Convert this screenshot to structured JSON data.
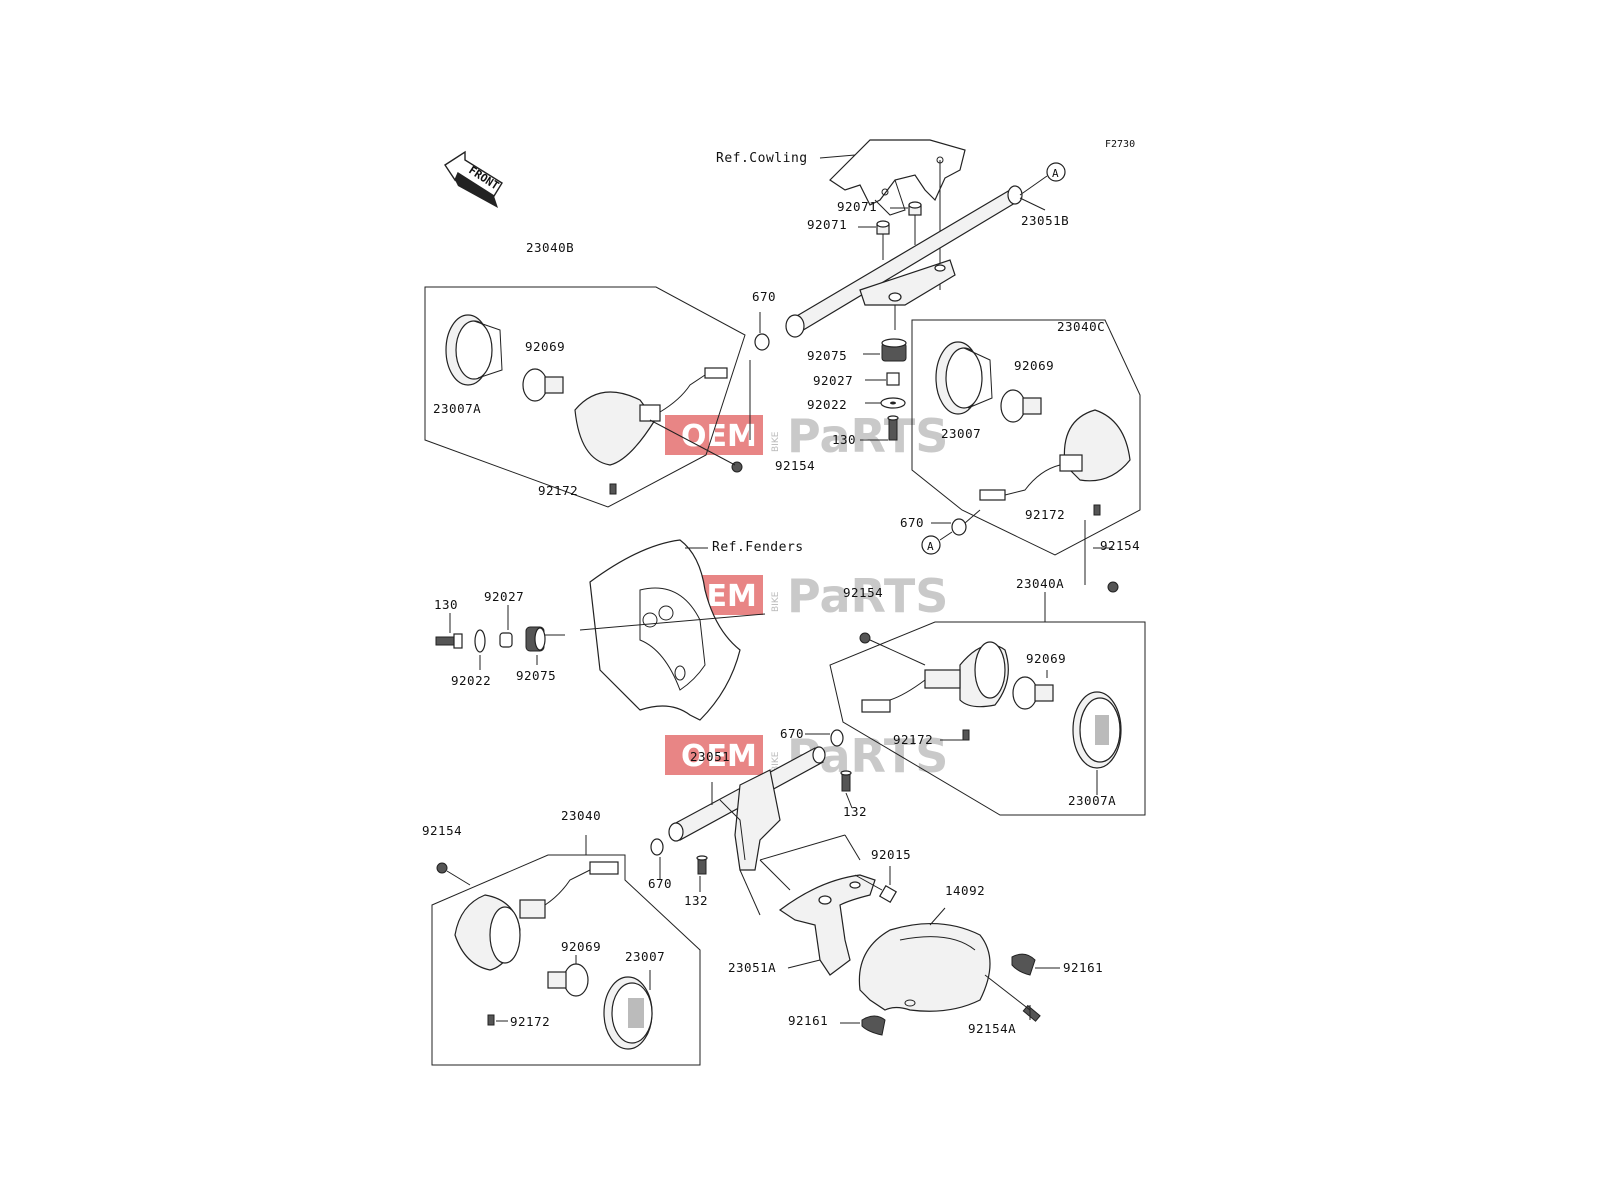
{
  "figure_code": "F2730",
  "front_label": "FRONT",
  "refs": {
    "cowling": "Ref.Cowling",
    "fenders": "Ref.Fenders"
  },
  "callout_marker": "A",
  "watermark": {
    "oem": "OEM",
    "bike": "BIKE",
    "parts": "PaRTS"
  },
  "labels": {
    "l23040B": "23040B",
    "l92069a": "92069",
    "l23007Aa": "23007A",
    "l92172a": "92172",
    "l92154a": "92154",
    "l670a": "670",
    "l92071a": "92071",
    "l92071b": "92071",
    "l23051B": "23051B",
    "l92075a": "92075",
    "l92027a": "92027",
    "l92022a": "92022",
    "l130a": "130",
    "l23040C": "23040C",
    "l92069b": "92069",
    "l23007a": "23007",
    "l670b": "670",
    "l92172b": "92172",
    "l92154b": "92154",
    "l130b": "130",
    "l92027b": "92027",
    "l92022b": "92022",
    "l92075b": "92075",
    "l92154c": "92154",
    "l23040A": "23040A",
    "l92069c": "92069",
    "l670c": "670",
    "l92172c": "92172",
    "l23007Ab": "23007A",
    "l23051": "23051",
    "l132a": "132",
    "l92015": "92015",
    "l14092": "14092",
    "l92161a": "92161",
    "l92161b": "92161",
    "l92154A": "92154A",
    "l23051A": "23051A",
    "l132b": "132",
    "l670d": "670",
    "l23040": "23040",
    "l92154d": "92154",
    "l92069d": "92069",
    "l23007b": "23007",
    "l92172d": "92172"
  }
}
